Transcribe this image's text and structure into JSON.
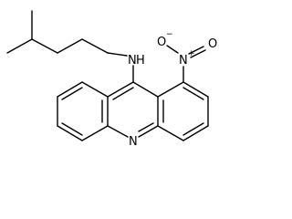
{
  "diagram": {
    "type": "chemical-structure",
    "colors": {
      "bond": "#000000",
      "label": "#000000",
      "background": "#ffffff"
    },
    "atoms": {
      "amine": {
        "element": "N",
        "hydrogen": "H"
      },
      "nitro_n": {
        "element": "N",
        "charge": "+"
      },
      "nitro_o_top": {
        "element": "O",
        "charge": "−"
      },
      "nitro_o_bottom": {
        "element": "O"
      },
      "ring_n": {
        "element": "N"
      }
    }
  }
}
